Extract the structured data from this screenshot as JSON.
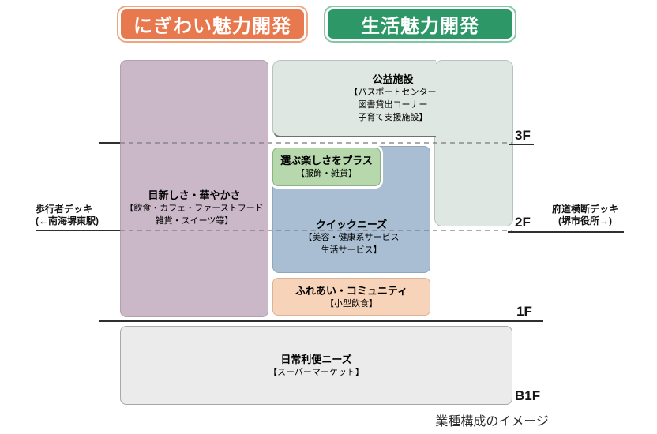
{
  "page": {
    "caption": "業種構成のイメージ"
  },
  "headers": {
    "nigiwai": {
      "label": "にぎわい魅力開発",
      "fill": "#e8794e",
      "ring": "#f2a47e",
      "text_color": "#ffffff"
    },
    "seikatsu": {
      "label": "生活魅力開発",
      "fill": "#2e9768",
      "ring": "#82c8a4",
      "text_color": "#ffffff"
    }
  },
  "blocks": {
    "novelty": {
      "title": "目新しさ・華やかさ",
      "lines": [
        "【飲食・カフェ・ファーストフード",
        "雑貨・スイーツ等】"
      ],
      "color": "#cab7c8",
      "floors": "1F-3F"
    },
    "public": {
      "title": "公益施設",
      "lines": [
        "【パスポートセンター",
        "図書貸出コーナー",
        "子育て支援施設】"
      ],
      "color": "#dfe7e3",
      "floors": "2F-3F"
    },
    "select": {
      "title": "選ぶ楽しさをプラス",
      "lines": [
        "【服飾・雑貨】"
      ],
      "color": "#b7d8ad",
      "floors": "2F"
    },
    "quick": {
      "title": "クイックニーズ",
      "lines": [
        "【美容・健康系サービス",
        "生活サービス】"
      ],
      "color": "#a9bed2",
      "floors": "1F-2F"
    },
    "community": {
      "title": "ふれあい・コミュニティ",
      "lines": [
        "【小型飲食】"
      ],
      "color": "#f7d4b9",
      "floors": "1F"
    },
    "daily": {
      "title": "日常利便ニーズ",
      "lines": [
        "【スーパーマーケット】"
      ],
      "color": "#ebebeb",
      "floors": "B1F"
    }
  },
  "floors": {
    "f3": "3F",
    "f2": "2F",
    "f1": "1F",
    "b1": "B1F"
  },
  "decks": {
    "left": {
      "line1": "歩行者デッキ",
      "line2": "(←南海堺東駅)"
    },
    "right": {
      "line1": "府道横断デッキ",
      "line2": "(堺市役所→)"
    }
  }
}
